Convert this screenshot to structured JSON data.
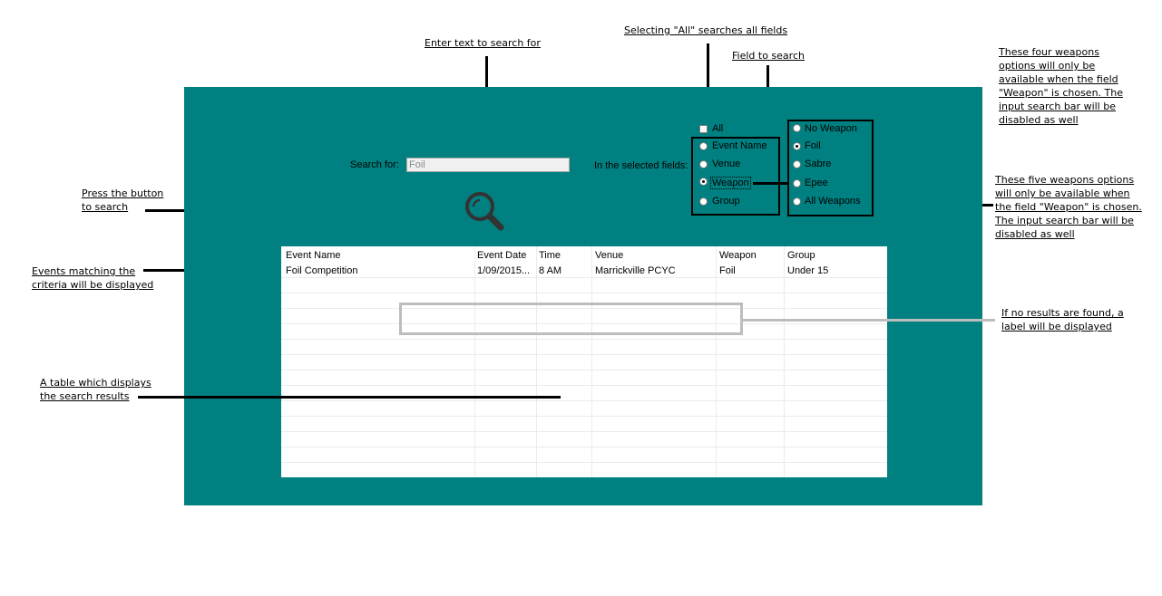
{
  "annotations": {
    "enter_text": "Enter text to search for",
    "selecting_all": "Selecting \"All\" searches all fields",
    "field_to_search": "Field to search",
    "four_weapons": [
      "These four weapons",
      "options will only be",
      "available when the field",
      "\"Weapon\" is chosen. The",
      "input search bar will be",
      "disabled as well"
    ],
    "five_weapons": [
      "These five weapons options",
      "will only be available when",
      "the field \"Weapon\" is chosen.",
      "The input search bar will be",
      "disabled as well"
    ],
    "press_button": [
      "Press the button",
      "to search"
    ],
    "events_matching": [
      "Events matching the",
      "criteria will be displayed"
    ],
    "no_results": [
      "If no results are found, a",
      "label will be displayed"
    ],
    "table_displays": [
      "A table which displays",
      "the search results"
    ]
  },
  "form": {
    "search_label": "Search for:",
    "search_value": "Foil",
    "fields_label": "In the selected fields:",
    "all_label": "All",
    "fields": [
      "Event Name",
      "Venue",
      "Weapon",
      "Group"
    ],
    "selected_field": "Weapon",
    "weapons": [
      "No Weapon",
      "Foil",
      "Sabre",
      "Epee",
      "All Weapons"
    ],
    "selected_weapon": "Foil",
    "search_icon": "search-icon"
  },
  "table": {
    "headers": [
      "Event Name",
      "Event Date",
      "Time",
      "Venue",
      "Weapon",
      "Group"
    ],
    "rows": [
      [
        "Foil Competition",
        "1/09/2015...",
        "8 AM",
        "Marrickville PCYC",
        "Foil",
        "Under 15"
      ]
    ]
  },
  "colors": {
    "panel": "#008080",
    "annotation_line": "#000000",
    "label_box": "#bdbdbd"
  }
}
